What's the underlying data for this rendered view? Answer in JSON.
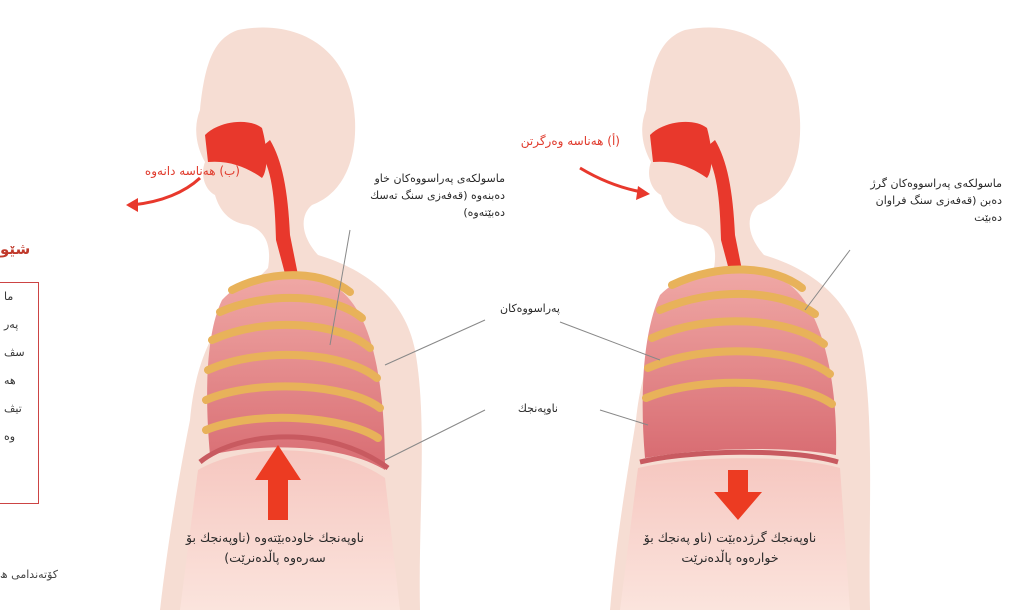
{
  "side_panel": {
    "title": "شێو",
    "lines": [
      "ما",
      "پەر",
      "سڤ",
      "هە",
      "تیڤ",
      "وە"
    ],
    "footer": "كۆتەندامی ھ"
  },
  "exhale": {
    "title": "(ب) هەناسە دانەوە",
    "muscle_note": "ماسولکەی پەراسووەکان خاو\nدەبنەوە (قەفەزی سنگ تەسك\nدەبێتەوە)",
    "diaphragm_caption": "ناوپەنجك خاودەبێتەوە (ناوپەنجك بۆ\nسەرەوە پاڵدەنرێت)"
  },
  "inhale": {
    "title": "(أ) هەناسە وەرگرتن",
    "muscle_note": "ماسولکەی پەراسووەکان گرژ\nدەبن (قەفەزی سنگ فراوان\nدەبێت",
    "diaphragm_caption": "ناوپەنجك گرژدەبێت (ناو پەنجك بۆ\nخوارەوە پاڵدەنرێت"
  },
  "shared_labels": {
    "ribs": "پەراسووەکان",
    "diaphragm": "ناوپەنجك"
  },
  "colors": {
    "skin": "#f6ddd3",
    "airway": "#e8382c",
    "lung": "#e3878b",
    "rib": "#e8b25a",
    "arrow": "#ec3b22"
  }
}
